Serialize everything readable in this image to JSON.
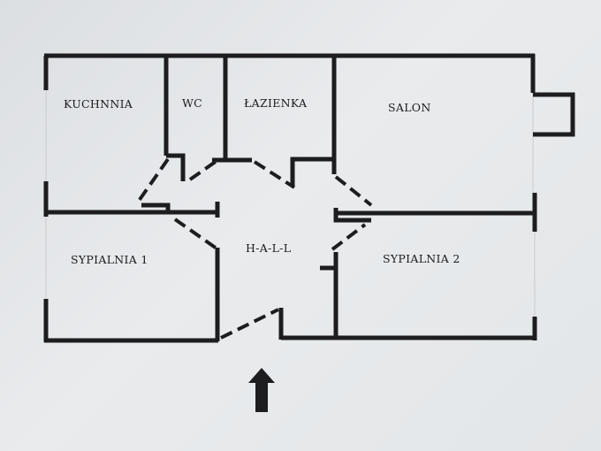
{
  "plan": {
    "rooms": [
      {
        "id": "kuchnia",
        "label": "KUCHNNIA"
      },
      {
        "id": "wc",
        "label": "WC"
      },
      {
        "id": "lazienka",
        "label": "ŁAZIENKA"
      },
      {
        "id": "salon",
        "label": "SALON"
      },
      {
        "id": "sypialnia1",
        "label": "SYPIALNIA 1"
      },
      {
        "id": "hall",
        "label": "H-A-L-L"
      },
      {
        "id": "sypialnia2",
        "label": "SYPIALNIA 2"
      }
    ],
    "entrance_icon": "arrow-up-icon"
  }
}
